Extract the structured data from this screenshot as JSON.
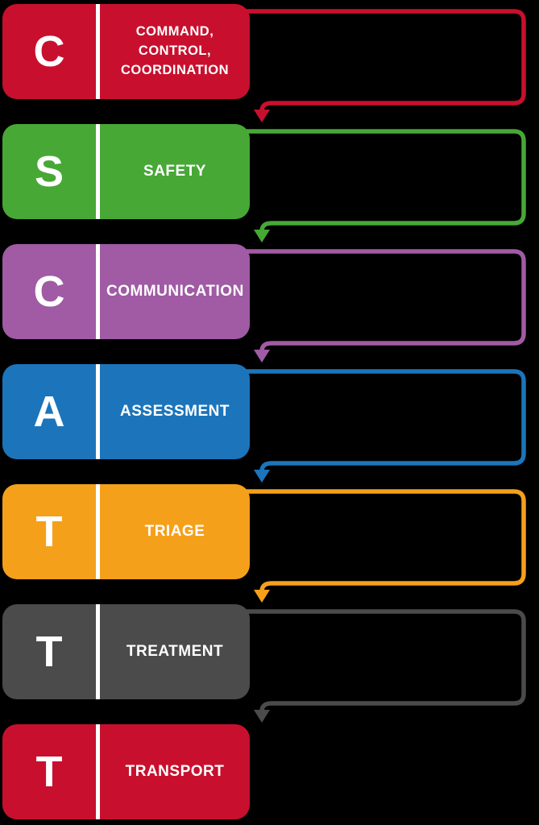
{
  "background_color": "#000000",
  "text_color": "#FFFFFF",
  "divider_color": "#FFFFFF",
  "rows": [
    {
      "letter": "C",
      "label": "COMMAND,\nCONTROL,\nCOORDINATION",
      "color": "#C8102E"
    },
    {
      "letter": "S",
      "label": "SAFETY",
      "color": "#47A836"
    },
    {
      "letter": "C",
      "label": "COMMUNICATION",
      "color": "#A05BA4"
    },
    {
      "letter": "A",
      "label": "ASSESSMENT",
      "color": "#1C75BB"
    },
    {
      "letter": "T",
      "label": "TRIAGE",
      "color": "#F5A01B"
    },
    {
      "letter": "T",
      "label": "TREATMENT",
      "color": "#4B4B4B"
    },
    {
      "letter": "T",
      "label": "TRANSPORT",
      "color": "#C8102E"
    }
  ],
  "connectors": [
    {
      "from": "COMMAND, CONTROL, COORDINATION",
      "to": "SAFETY",
      "color": "#C8102E"
    },
    {
      "from": "SAFETY",
      "to": "COMMUNICATION",
      "color": "#47A836"
    },
    {
      "from": "COMMUNICATION",
      "to": "ASSESSMENT",
      "color": "#A05BA4"
    },
    {
      "from": "ASSESSMENT",
      "to": "TRIAGE",
      "color": "#1C75BB"
    },
    {
      "from": "TRIAGE",
      "to": "TREATMENT",
      "color": "#F5A01B"
    },
    {
      "from": "TREATMENT",
      "to": "TRANSPORT",
      "color": "#4B4B4B"
    }
  ]
}
